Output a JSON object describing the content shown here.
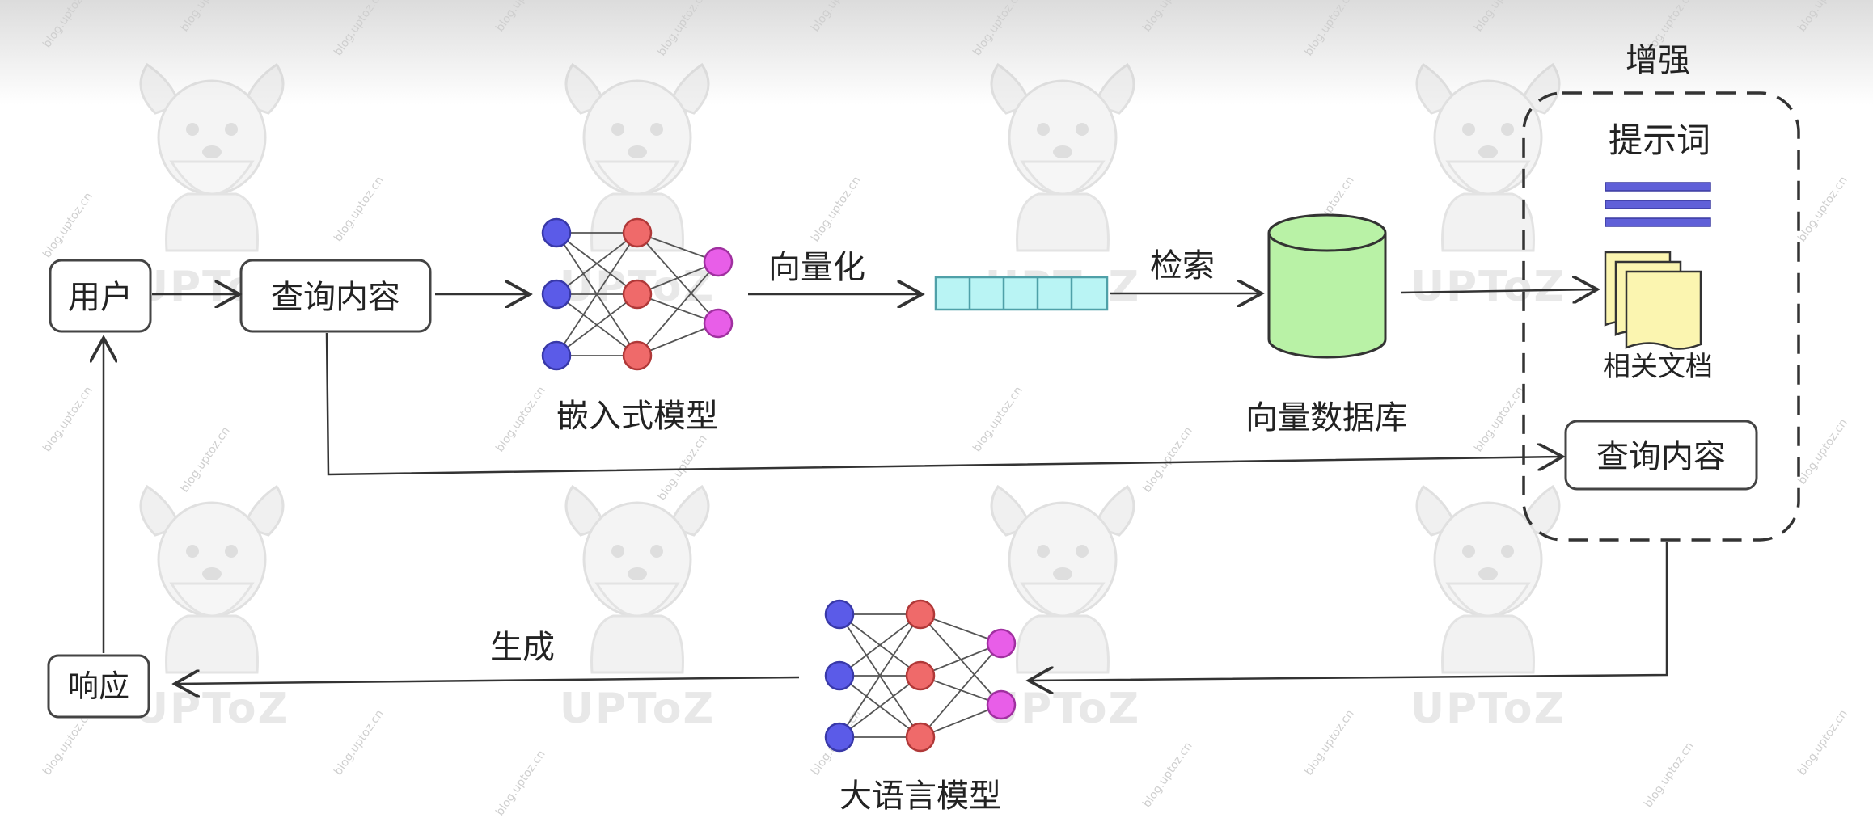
{
  "nodes": {
    "user": "用户",
    "query": "查询内容",
    "embedding_model": "嵌入式模型",
    "vectorize": "向量化",
    "retrieve": "检索",
    "vector_db": "向量数据库",
    "augment": "增强",
    "prompt": "提示词",
    "related_docs": "相关文档",
    "query_augmented": "查询内容",
    "response": "响应",
    "generate": "生成",
    "llm": "大语言模型"
  },
  "watermark": {
    "brand": "UPToZ",
    "site": "blog.uptoz.cn"
  },
  "colors": {
    "input_node": "#5b5be8",
    "hidden_node": "#ef6a6a",
    "output_node": "#e85ee8",
    "vector": "#b9f4f4",
    "database": "#b9f2a6",
    "document": "#fbf5b0",
    "prompt_lines": "#6060d8"
  }
}
